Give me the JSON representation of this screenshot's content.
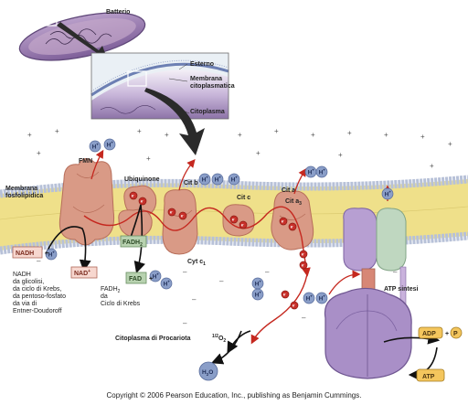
{
  "colors": {
    "protein": "#d99a86",
    "protein_dark": "#b76e5a",
    "lipid_core": "#efe08a",
    "lipid_head": "#bcc6dc",
    "atp_synthase": "#a98fc7",
    "atp_synthase_dark": "#7c62a1",
    "proton_ball": "#8a9ec8",
    "electron_ball": "#c7302a",
    "arrow_red": "#c5281f",
    "box_nadh": "#f7d7cf",
    "box_fadh": "#b8d2b0",
    "box_atp": "#f4c65d",
    "bacterium": "#9a7aae"
  },
  "labels": {
    "batterio": "Batterio",
    "esterno": "Esterno",
    "membrana_citoplasmatica": [
      "Membrana",
      "citoplasmatica"
    ],
    "citoplasma": "Citoplasma",
    "fmn": "FMN",
    "ubiquinone": "Ubiquinone",
    "cit_b": "Cit b",
    "cit_c": "Cit c",
    "cit_a": "Cit a",
    "cit_a3": "Cit a",
    "cit_a3_sub": "3",
    "cyt_c1": "Cyt c",
    "cyt_c1_sub": "1",
    "membrana_fosfolipidica": [
      "Membrana",
      "fosfolipidica"
    ],
    "nadh_sources": [
      "NADH",
      "da glicolisi,",
      "da ciclo di Krebs,",
      "da pentoso-fosfato",
      "da via di",
      "Entner-Doudoroff"
    ],
    "fadh2_sources": [
      "FADH",
      "da",
      "Ciclo di Krebs"
    ],
    "fadh2_sources_sub": "2",
    "citoplasma_procariota": "Citoplasma di Procariota",
    "oxygen": "O",
    "oxygen_frac": "1/2",
    "oxygen_sub": "2",
    "water": "H",
    "water_sub": "2",
    "water_o": "O",
    "atp_sintesi": "ATP sintesi"
  },
  "molecules": {
    "nadh": "NADH",
    "nad_plus": "NAD",
    "nad_plus_sup": "+",
    "fadh2": "FADH",
    "fadh2_sub": "2",
    "fad": "FAD",
    "adp": "ADP",
    "p": "P",
    "atp": "ATP",
    "plus": "+",
    "proton": "H",
    "proton_sup": "+",
    "electron": "e",
    "electron_sup": "-"
  },
  "copyright": "Copyright © 2006 Pearson Education, Inc., publishing as Benjamin Cummings."
}
